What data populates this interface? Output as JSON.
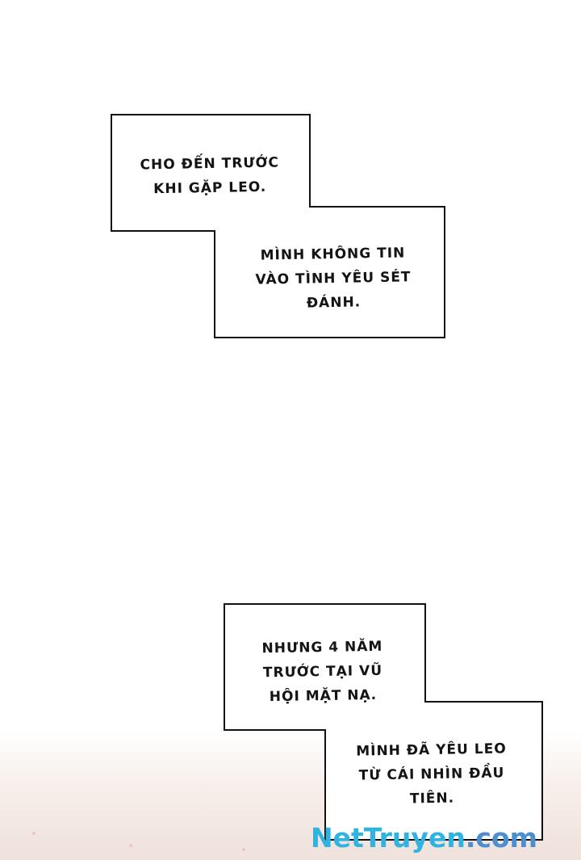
{
  "captions": {
    "block1_top": "CHO ĐẾN TRƯỚC\nKHI GẶP LEO.",
    "block1_bottom": "MÌNH KHÔNG TIN\nVÀO TÌNH YÊU SÉT\nĐÁNH.",
    "block2_top": "NHƯNG 4 NĂM\nTRƯỚC TẠI VŨ\nHỘI MẶT NẠ.",
    "block2_bottom": "MÌNH ĐÃ YÊU LEO\nTỪ CÁI NHÌN ĐẦU\nTIÊN."
  },
  "watermark": {
    "part_a": "NetTruyen",
    "part_b": ".com"
  }
}
